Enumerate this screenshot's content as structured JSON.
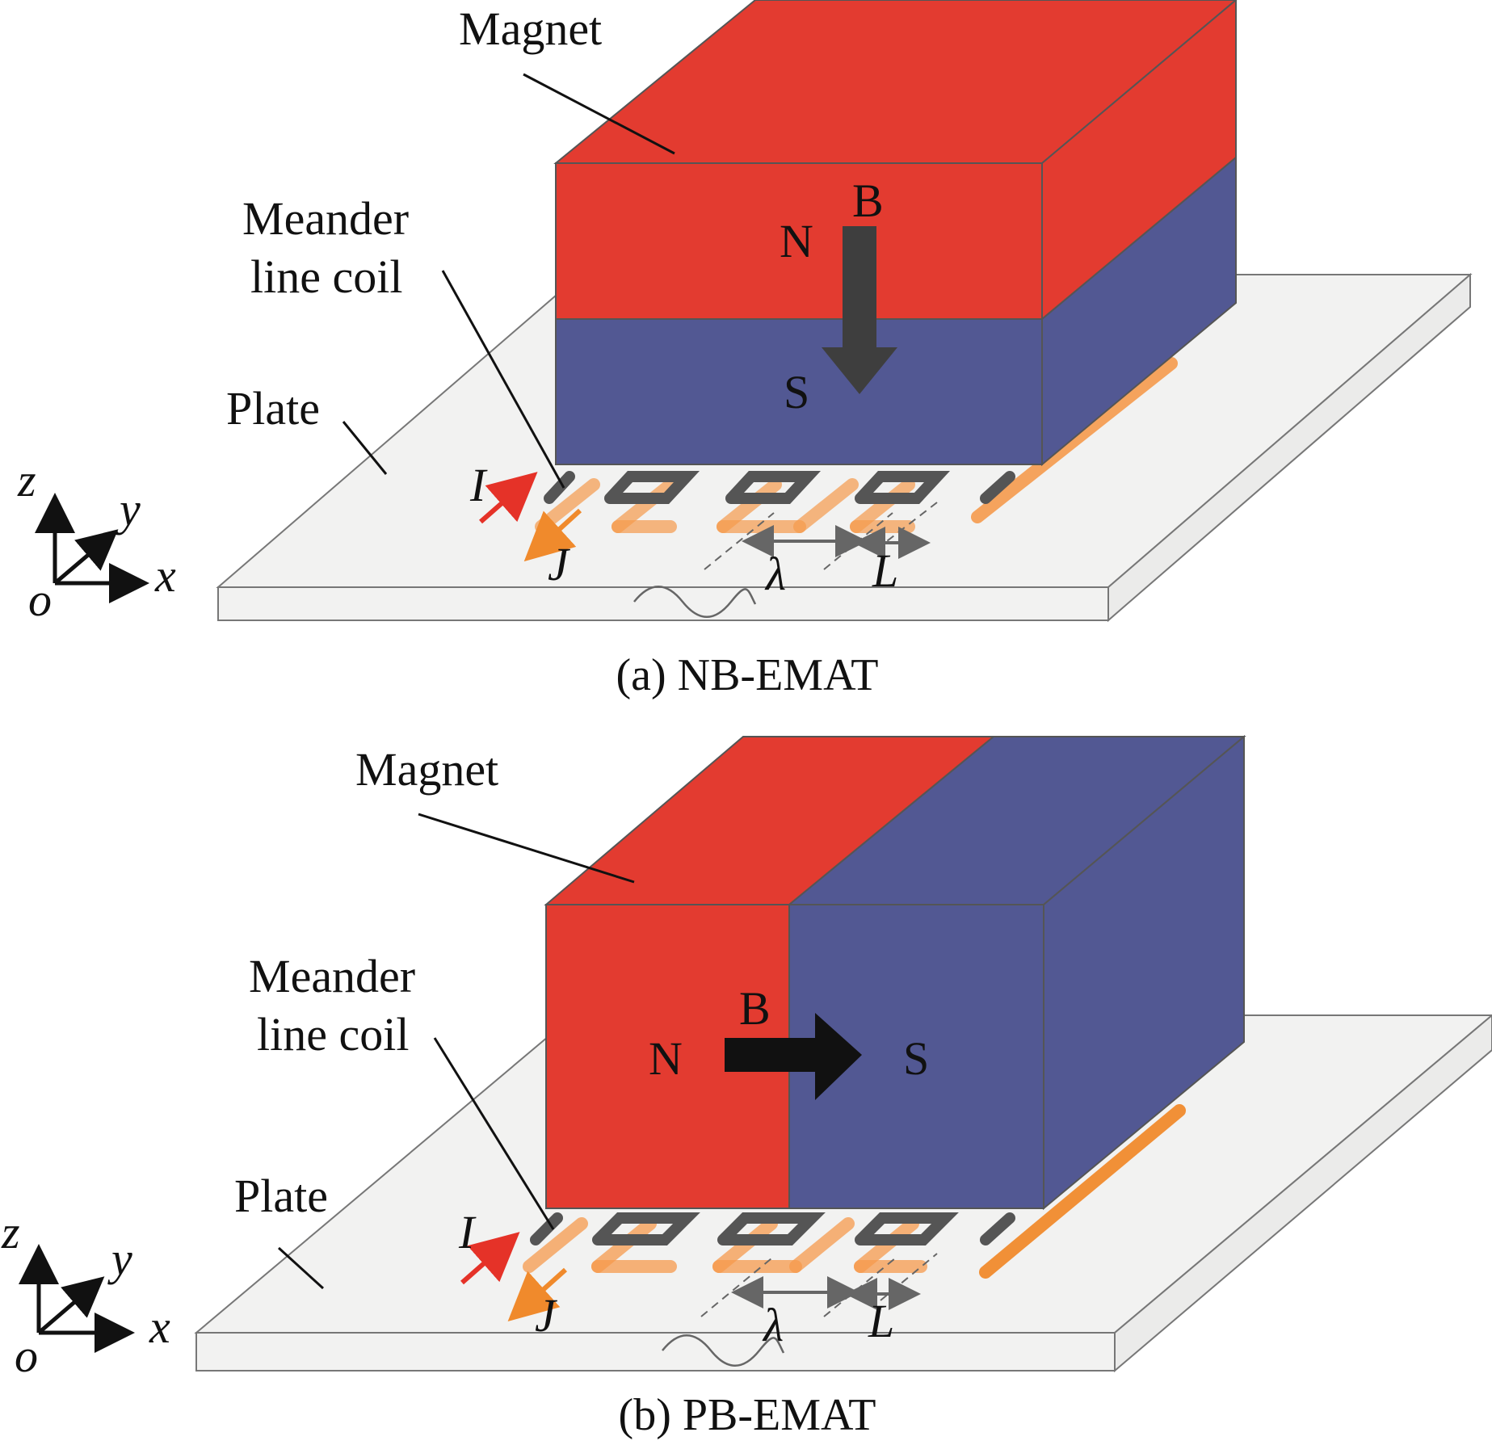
{
  "panels": [
    {
      "id": "a",
      "magnet_label": "Magnet",
      "coil_label_line1": "Meander",
      "coil_label_line2": "line coil",
      "plate_label": "Plate",
      "north": "N",
      "south": "S",
      "field": "B",
      "current_I": "I",
      "current_J": "J",
      "wavelength": "λ",
      "spacing": "L",
      "axis_x": "x",
      "axis_y": "y",
      "axis_z": "z",
      "axis_origin": "o",
      "caption": "(a) NB-EMAT",
      "field_direction": "vertical (downward)"
    },
    {
      "id": "b",
      "magnet_label": "Magnet",
      "coil_label_line1": "Meander",
      "coil_label_line2": "line coil",
      "plate_label": "Plate",
      "north": "N",
      "south": "S",
      "field": "B",
      "current_I": "I",
      "current_J": "J",
      "wavelength": "λ",
      "spacing": "L",
      "axis_x": "x",
      "axis_y": "y",
      "axis_z": "z",
      "axis_origin": "o",
      "caption": "(b) PB-EMAT",
      "field_direction": "horizontal (rightward)"
    }
  ],
  "colors": {
    "magnet_red": "#e33b30",
    "magnet_blue": "#525893",
    "plate": "#f2f2f1",
    "coil_gray": "#555555",
    "coil_orange": "#f59a4c",
    "current_I_arrow": "#e53228",
    "current_J_arrow": "#f08a2c",
    "field_arrow_a": "#3e3e3e",
    "field_arrow_b": "#111111"
  }
}
